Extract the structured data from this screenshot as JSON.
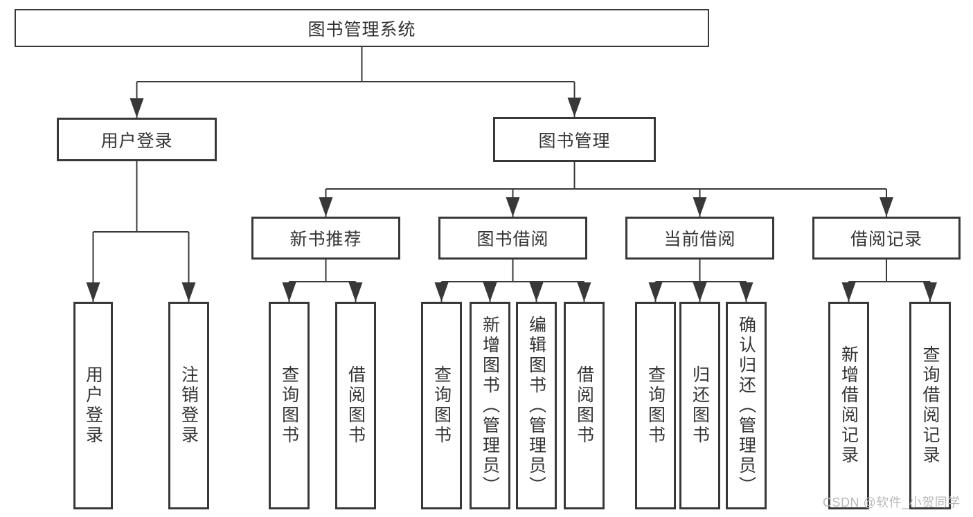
{
  "diagram": {
    "type": "hierarchy-functional-structure",
    "colors": {
      "background": "#ffffff",
      "line": "#383838",
      "node_border": "#383838",
      "text": "#333333",
      "watermark": "#b9b9b9"
    }
  },
  "tree": {
    "label": "图书管理系统",
    "children": [
      {
        "label": "用户登录",
        "children": [
          {
            "label": "用户登录"
          },
          {
            "label": "注销登录"
          }
        ]
      },
      {
        "label": "图书管理",
        "children": [
          {
            "label": "新书推荐",
            "children": [
              {
                "label": "查询图书"
              },
              {
                "label": "借阅图书"
              }
            ]
          },
          {
            "label": "图书借阅",
            "children": [
              {
                "label": "查询图书"
              },
              {
                "label": "新增图书（管理员）"
              },
              {
                "label": "编辑图书（管理员）"
              },
              {
                "label": "借阅图书"
              }
            ]
          },
          {
            "label": "当前借阅",
            "children": [
              {
                "label": "查询图书"
              },
              {
                "label": "归还图书"
              },
              {
                "label": "确认归还（管理员）"
              }
            ]
          },
          {
            "label": "借阅记录",
            "children": [
              {
                "label": "新增借阅记录"
              },
              {
                "label": "查询借阅记录"
              }
            ]
          }
        ]
      }
    ]
  },
  "watermark": {
    "text": "CSDN @软件_小贺同学"
  }
}
